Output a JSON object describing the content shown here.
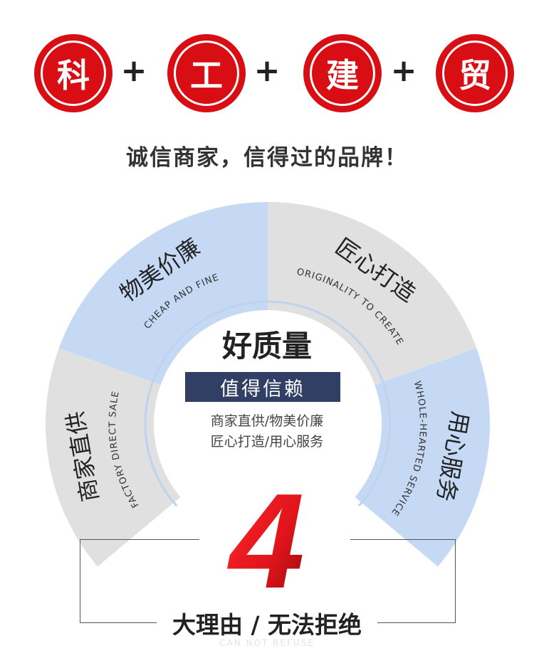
{
  "badges": [
    {
      "char": "科"
    },
    {
      "char": "工"
    },
    {
      "char": "建"
    },
    {
      "char": "贸"
    }
  ],
  "plus": "+",
  "slogan": "诚信商家，信得过的品牌！",
  "segments": [
    {
      "title": "商家直供",
      "subtitle": "FACTORY DIRECT SALE",
      "color": "#e0e0e0"
    },
    {
      "title": "物美价廉",
      "subtitle": "CHEAP AND FINE",
      "color": "#c5d9f4"
    },
    {
      "title": "匠心打造",
      "subtitle": "ORIGINALITY TO CREATE",
      "color": "#e0e0e0"
    },
    {
      "title": "用心服务",
      "subtitle": "WHOLE-HEARTED SERVICE",
      "color": "#c5d9f4"
    }
  ],
  "center": {
    "title": "好质量",
    "band": "值得信赖",
    "line1": "商家直供/物美价廉",
    "line2": "匠心打造/用心服务"
  },
  "big_number": "4",
  "reasons_label": "大理由 / 无法拒绝",
  "watermark": "CAN NOT REFUSE",
  "colors": {
    "badge_red": "#d90d14",
    "number_red": "#e0141b",
    "band_navy": "#303f63",
    "segment_grey": "#e0e0e0",
    "segment_blue": "#c5d9f4",
    "inner_ring": "#bfd3ef"
  }
}
